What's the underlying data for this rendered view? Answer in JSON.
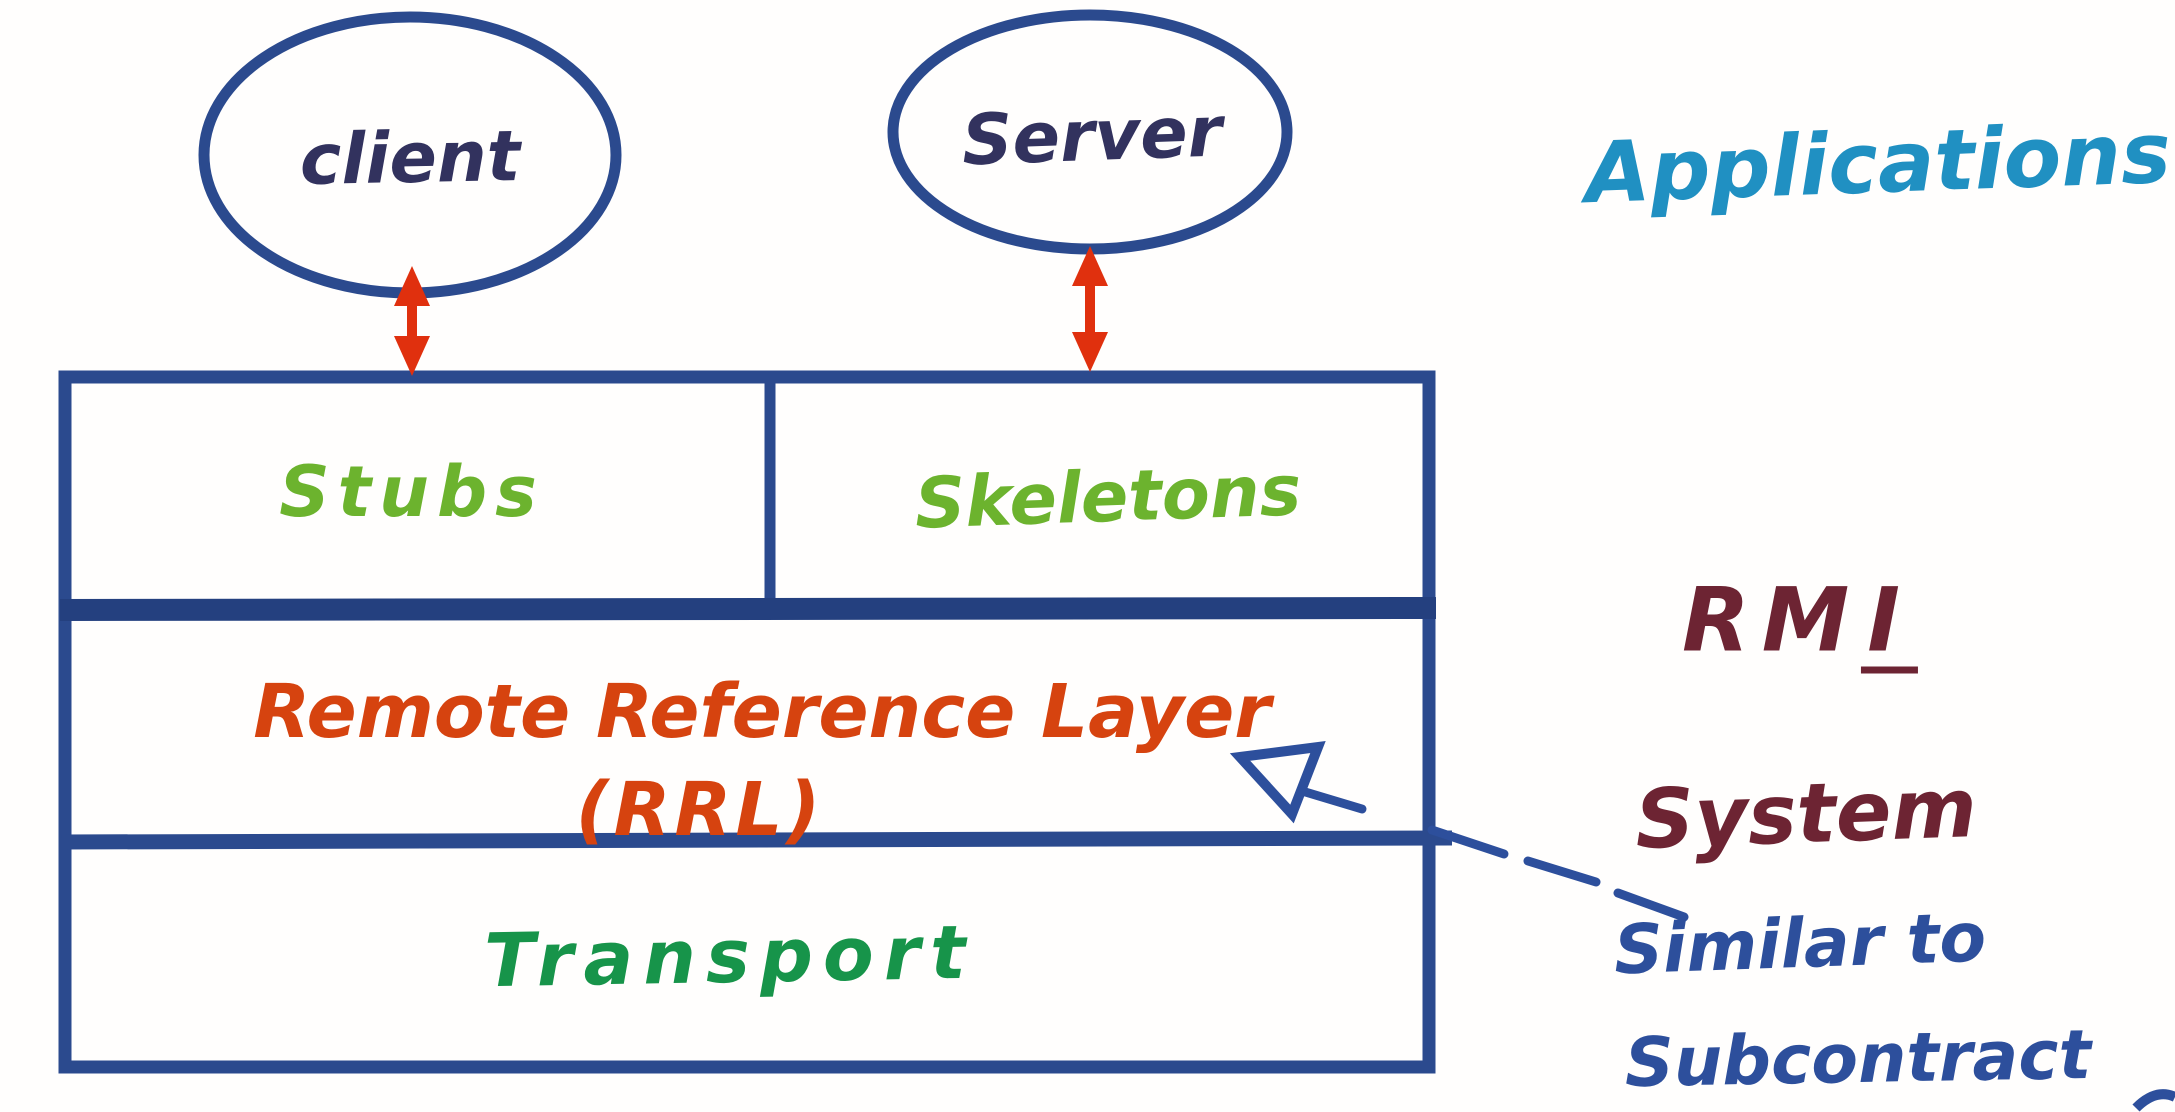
{
  "colors": {
    "ink_blue": "#2b4a8e",
    "navy_text": "#32325e",
    "applications_cyan": "#2090c2",
    "stubs_green": "#6cb32e",
    "transport_green": "#17944a",
    "rrl_orange_red": "#d6430f",
    "rmi_maroon": "#6d2433",
    "note_blue": "#2d4f9c",
    "arrow_red": "#e0300e",
    "background": "#ffffff"
  },
  "nodes": {
    "client": {
      "label": "client"
    },
    "server": {
      "label": "Server"
    }
  },
  "layers": {
    "stubs": "Stubs",
    "skeletons": "Skeletons",
    "rrl_line1": "Remote Reference Layer",
    "rrl_line2": "(RRL)",
    "transport": "Transport"
  },
  "side_labels": {
    "applications": "Applications",
    "rmi_prefix": "RM",
    "rmi_underlined": "I",
    "rmi_system": "System"
  },
  "note": {
    "line1": "Similar to",
    "line2": "Subcontract"
  }
}
